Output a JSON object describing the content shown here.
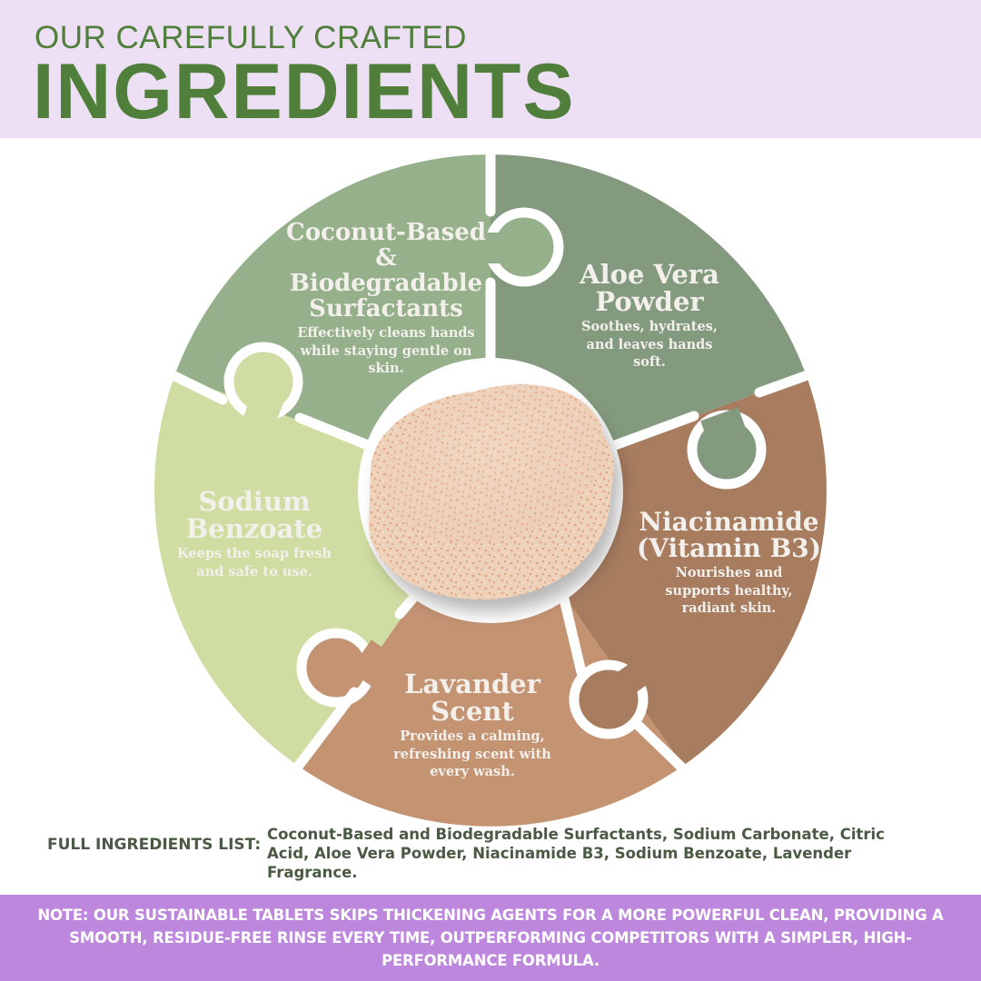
{
  "header": {
    "subtitle": "OUR CAREFULLY CRAFTED",
    "title": "INGREDIENTS",
    "background": "#ede0f4",
    "text_color": "#4f7f3a"
  },
  "center": {
    "image": "effervescent-soap-tablet"
  },
  "pieces": [
    {
      "name": "Coconut-Based & Biodegradable Surfactants",
      "title_lines": [
        "Coconut-Based &",
        "Biodegradable",
        "Surfactants"
      ],
      "description": "Effectively cleans hands while staying gentle on skin.",
      "color": "#95b08a"
    },
    {
      "name": "Aloe Vera Powder",
      "title_lines": [
        "Aloe Vera",
        "Powder"
      ],
      "description": "Soothes, hydrates, and leaves hands soft.",
      "color": "#849a7e"
    },
    {
      "name": "Niacinamide (Vitamin B3)",
      "title_lines": [
        "Niacinamide",
        "(Vitamin B3)"
      ],
      "description": "Nourishes and supports healthy, radiant skin.",
      "color": "#a77c5f"
    },
    {
      "name": "Lavander Scent",
      "title_lines": [
        "Lavander",
        "Scent"
      ],
      "description": "Provides a calming, refreshing scent with every wash.",
      "color": "#c39372"
    },
    {
      "name": "Sodium Benzoate",
      "title_lines": [
        "Sodium",
        "Benzoate"
      ],
      "description": "Keeps the soap fresh and safe to use.",
      "color": "#d0dda2"
    }
  ],
  "full_list": {
    "label": "FULL INGREDIENTS LIST:",
    "value": "Coconut-Based and Biodegradable Surfactants, Sodium Carbonate, Citric Acid, Aloe Vera Powder, Niacinamide B3, Sodium Benzoate, Lavender Fragrance."
  },
  "note": {
    "text": "NOTE: OUR SUSTAINABLE TABLETS SKIPS THICKENING AGENTS FOR A MORE POWERFUL CLEAN, PROVIDING A SMOOTH, RESIDUE-FREE RINSE EVERY TIME, OUTPERFORMING COMPETITORS WITH A SIMPLER, HIGH-PERFORMANCE FORMULA.",
    "background": "#bd87dd"
  }
}
